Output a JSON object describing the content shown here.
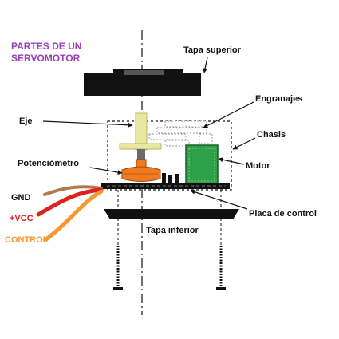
{
  "title": {
    "line1": "PARTES DE UN",
    "line2": "SERVOMOTOR"
  },
  "labels": {
    "top_cover": "Tapa superior",
    "gears": "Engranajes",
    "shaft": "Eje",
    "chassis": "Chasis",
    "potentiometer": "Potenciómetro",
    "motor": "Motor",
    "gnd": "GND",
    "vcc": "+VCC",
    "control_board": "Placa de control",
    "control": "CONTROL",
    "bottom_cover": "Tapa inferior"
  },
  "colors": {
    "title": "#9b3fb5",
    "gnd_wire": "#b07a4f",
    "vcc_wire": "#e0201d",
    "vcc_text": "#e0201d",
    "control_wire": "#f39a2e",
    "control_text": "#f39a2e",
    "shaft": "#e8e8a0",
    "potentiometer": "#f07a20",
    "motor": "#2ea04a",
    "body": "#111111"
  }
}
